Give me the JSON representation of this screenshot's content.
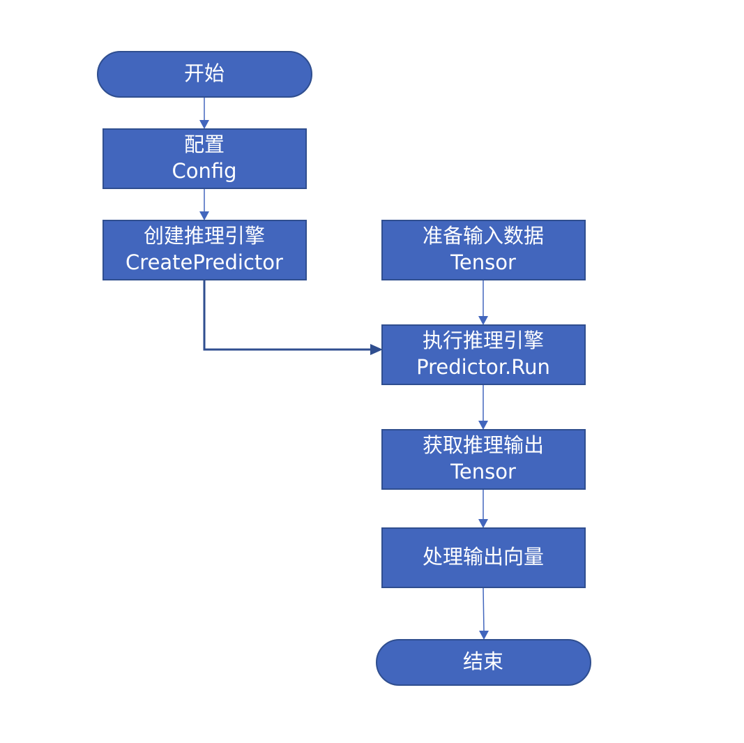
{
  "diagram": {
    "nodes": {
      "start": {
        "shape": "terminator",
        "lines": [
          "开始"
        ]
      },
      "config": {
        "shape": "process",
        "lines": [
          "配置",
          "Config"
        ]
      },
      "create_predictor": {
        "shape": "process",
        "lines": [
          "创建推理引擎",
          "CreatePredictor"
        ]
      },
      "prepare_input": {
        "shape": "process",
        "lines": [
          "准备输入数据",
          "Tensor"
        ]
      },
      "run_predictor": {
        "shape": "process",
        "lines": [
          "执行推理引擎",
          "Predictor.Run"
        ]
      },
      "get_output": {
        "shape": "process",
        "lines": [
          "获取推理输出",
          "Tensor"
        ]
      },
      "process_output": {
        "shape": "process",
        "lines": [
          "处理输出向量"
        ]
      },
      "end": {
        "shape": "terminator",
        "lines": [
          "结束"
        ]
      }
    },
    "edges": [
      {
        "from": "start",
        "to": "config"
      },
      {
        "from": "config",
        "to": "create_predictor"
      },
      {
        "from": "create_predictor",
        "to": "run_predictor"
      },
      {
        "from": "prepare_input",
        "to": "run_predictor"
      },
      {
        "from": "run_predictor",
        "to": "get_output"
      },
      {
        "from": "get_output",
        "to": "process_output"
      },
      {
        "from": "process_output",
        "to": "end"
      }
    ],
    "colors": {
      "node_fill": "#4266BD",
      "node_border": "#2F4E8F",
      "text": "#FFFFFF",
      "connector": "#4266BD"
    }
  }
}
